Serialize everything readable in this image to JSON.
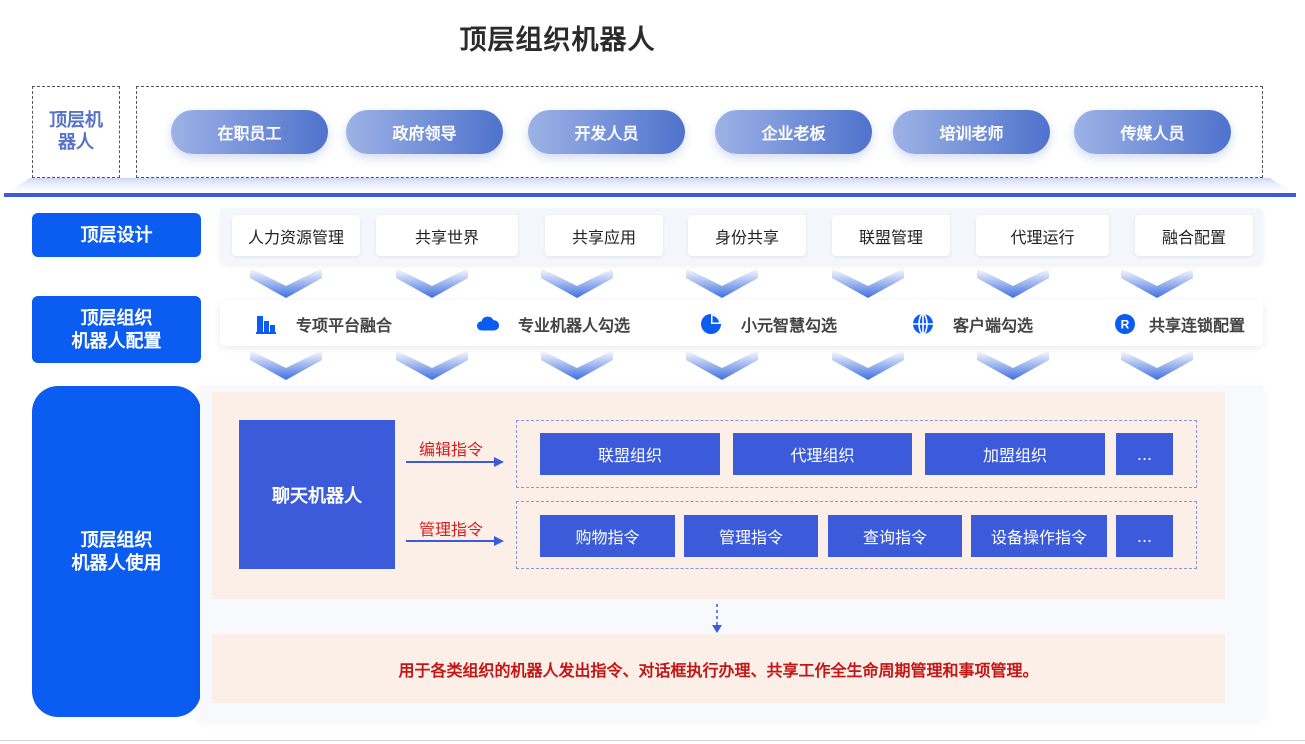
{
  "title": "顶层组织机器人",
  "top": {
    "label": "顶层机器人",
    "roles": [
      "在职员工",
      "政府领导",
      "开发人员",
      "企业老板",
      "培训老师",
      "传媒人员"
    ]
  },
  "design": {
    "label": "顶层设计",
    "items": [
      "人力资源管理",
      "共享世界",
      "共享应用",
      "身份共享",
      "联盟管理",
      "代理运行",
      "融合配置"
    ]
  },
  "config": {
    "label_line1": "顶层组织",
    "label_line2": "机器人配置",
    "items": [
      {
        "label": "专项平台融合",
        "icon": "building-chart-icon"
      },
      {
        "label": "专业机器人勾选",
        "icon": "cloud-icon"
      },
      {
        "label": "小元智慧勾选",
        "icon": "pie-chart-icon"
      },
      {
        "label": "客户端勾选",
        "icon": "globe-icon"
      },
      {
        "label": "共享连锁配置",
        "icon": "registered-icon"
      }
    ]
  },
  "usage": {
    "label_line1": "顶层组织",
    "label_line2": "机器人使用",
    "chatbot": "聊天机器人",
    "edit_cmd": {
      "label": "编辑指令",
      "items": [
        "联盟组织",
        "代理组织",
        "加盟组织",
        "..."
      ]
    },
    "manage_cmd": {
      "label": "管理指令",
      "items": [
        "购物指令",
        "管理指令",
        "查询指令",
        "设备操作指令",
        "..."
      ]
    },
    "summary": "用于各类组织的机器人发出指令、对话框执行办理、共享工作全生命周期管理和事项管理。"
  },
  "colors": {
    "primary": "#0b5cf0",
    "block": "#3b5bdb",
    "accent_red": "#c41616",
    "pill_start": "#9db2e6",
    "pill_end": "#4f72cc",
    "usage_bg": "#fcefe7"
  }
}
